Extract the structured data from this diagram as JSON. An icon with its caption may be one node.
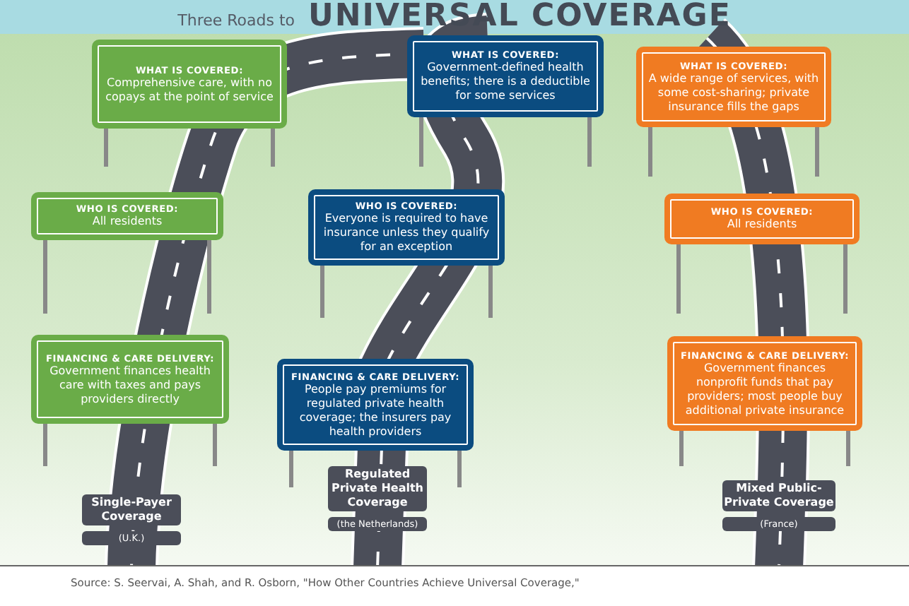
{
  "diagram": {
    "title": "Three Roads to **UNIVERSAL COVERAGE**",
    "caption": "Source: S. Seervai, A. Shah, and R. Osborn, \"How Other Countries Achieve Universal Coverage,\"",
    "nodes": [
      {
        "text": [
          "WHAT IS COVERED:",
          "Comprehensive care, with no copays at the point of service"
        ]
      },
      {
        "text": [
          "WHAT IS COVERED:",
          "Government-defined health benefits; there is a deductible for some services"
        ]
      },
      {
        "text": [
          "WHAT IS COVERED:",
          "A wide range of services, with some cost-sharing; private insurance fills the gaps"
        ]
      },
      {
        "text": [
          "WHO IS COVERED:",
          "All residents"
        ]
      },
      {
        "text": [
          "WHO IS COVERED:",
          "Everyone is required to have insurance unless they qualify for an exception"
        ]
      },
      {
        "text": [
          "WHO IS COVERED:",
          "All residents"
        ]
      },
      {
        "text": [
          "FINANCING & CARE DELIVERY:",
          "Government finances health care with taxes and pays providers directly"
        ]
      },
      {
        "text": [
          "FINANCING & CARE DELIVERY:",
          "People pay premiums for regulated private health coverage; the insurers pay health providers"
        ]
      },
      {
        "text": [
          "FINANCING & CARE DELIVERY:",
          "Government finances nonprofit funds that pay providers; most people buy additional private insurance"
        ]
      },
      {
        "text": [
          "Single-Payer Coverage",
          "(U.K.)"
        ]
      },
      {
        "text": [
          "Regulated Private Health Coverage",
          "(the Netherlands)"
        ]
      },
      {
        "text": [
          "Mixed Public-Private Coverage",
          "(France)"
        ]
      }
    ],
    "edges": []
  }
}
